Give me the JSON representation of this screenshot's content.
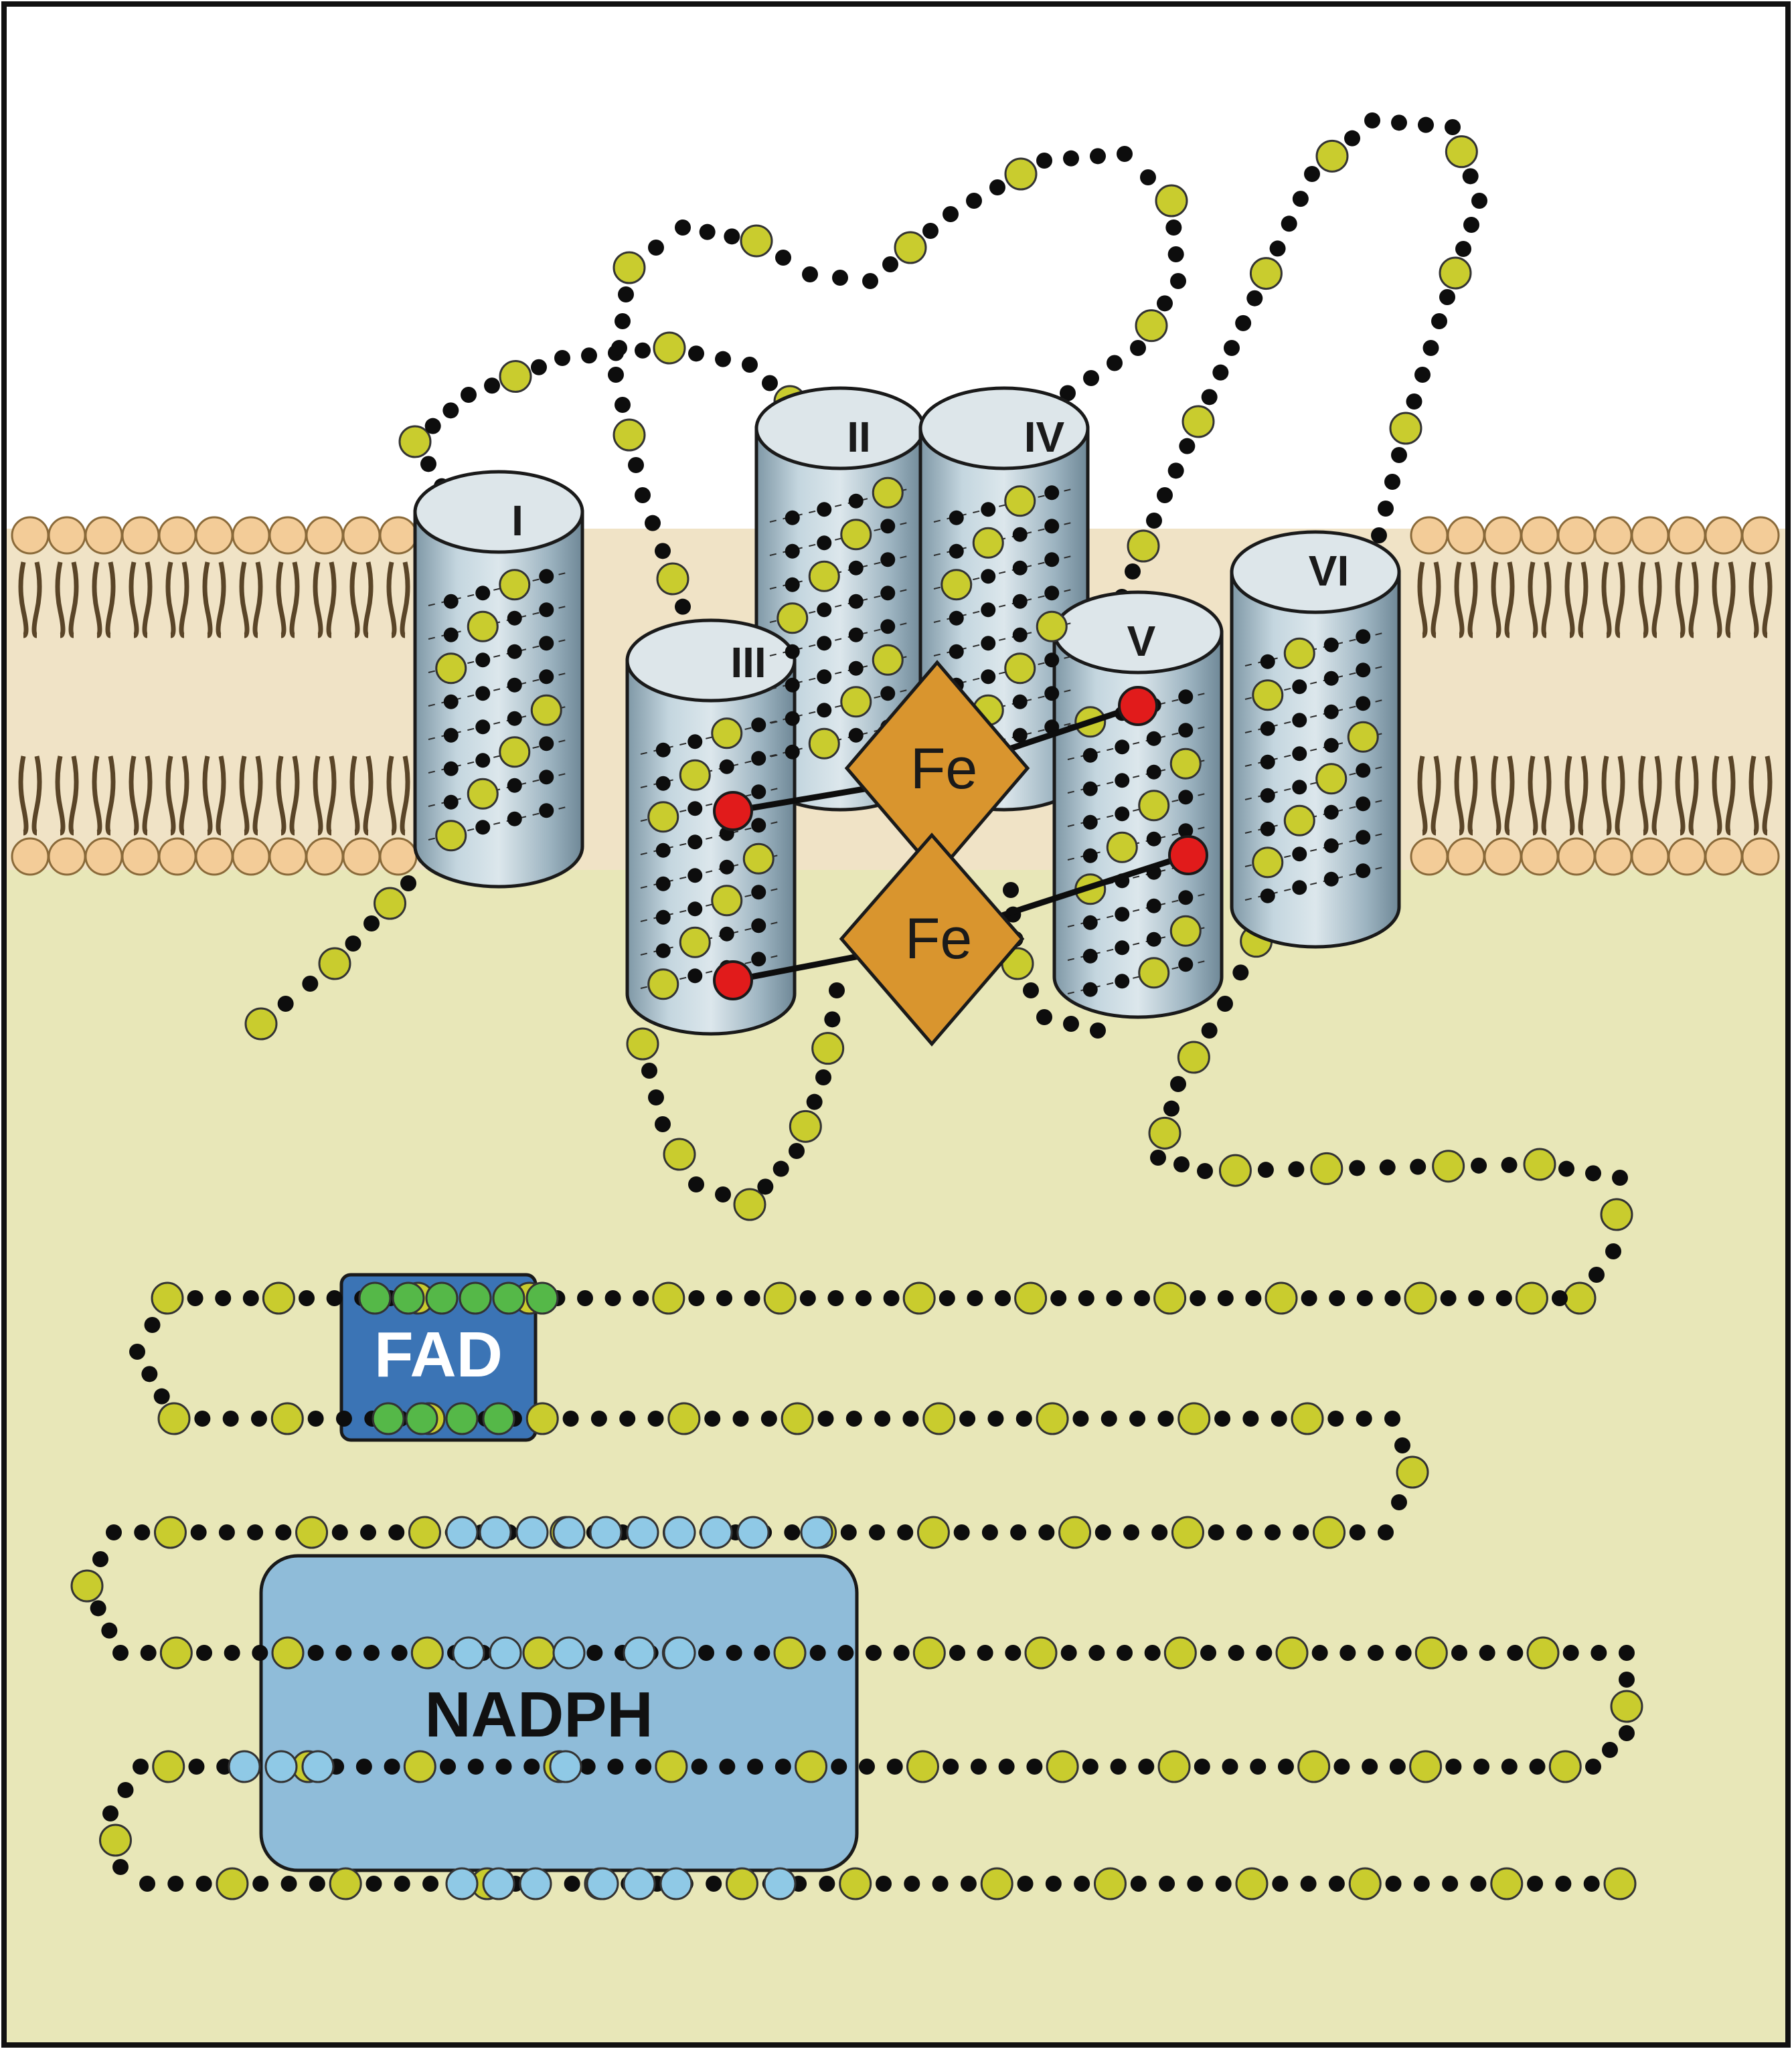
{
  "helix_labels": {
    "h1": "I",
    "h2": "II",
    "h3": "III",
    "h4": "IV",
    "h5": "V",
    "h6": "VI"
  },
  "iron_labels": {
    "fe1": "Fe",
    "fe2": "Fe"
  },
  "domain_labels": {
    "fad": "FAD",
    "nadph": "NADPH"
  },
  "colors": {
    "background_extracellular": "#ffffff",
    "background_cytoplasm": "#e8e7b8",
    "membrane_core": "#f0e3c6",
    "lipid_head": "#f3cc98",
    "lipid_tail": "#5a4528",
    "helix_fill": "#a9c2cf",
    "helix_top": "#dde6ea",
    "fe_fill": "#d9952e",
    "fad_box": "#3b74b5",
    "fad_residue": "#55b848",
    "nadph_box": "#8fbcd9",
    "nadph_residue": "#8fc9e6",
    "conserved_residue": "#c9cc2e",
    "heme_residue": "#e11b1b",
    "chain_residue": "#0d0d0d"
  }
}
